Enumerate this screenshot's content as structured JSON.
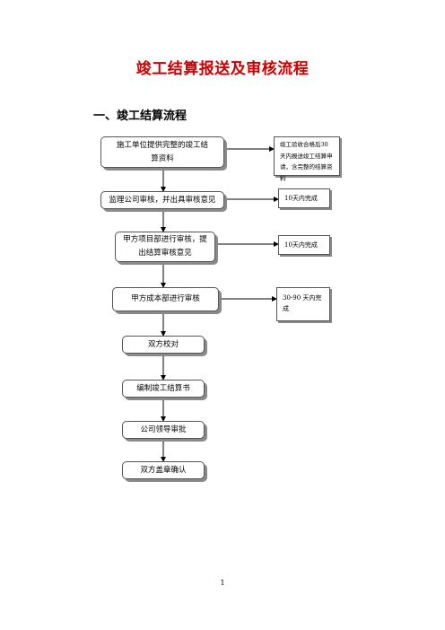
{
  "doc": {
    "title": "竣工结算报送及审核流程",
    "section": "一、竣工结算流程",
    "page_number": "1"
  },
  "flow": {
    "step1": "施工单位提供完整的竣工结算资料",
    "step2": "监理公司审核，并出具审核意见",
    "step3": "甲方项目部进行审核，提出结算审核意见",
    "step4": "甲方成本部进行审核",
    "step5": "双方校对",
    "step6": "编制竣工结算书",
    "step7": "公司领导审批",
    "step8": "双方盖章确认"
  },
  "notes": {
    "note1": "竣工验收合格后30天内报送竣工结算申请，含完整的结算资料",
    "note2": "10天内完成",
    "note3": "10天内完成",
    "note4": "30-90 天内完成"
  }
}
